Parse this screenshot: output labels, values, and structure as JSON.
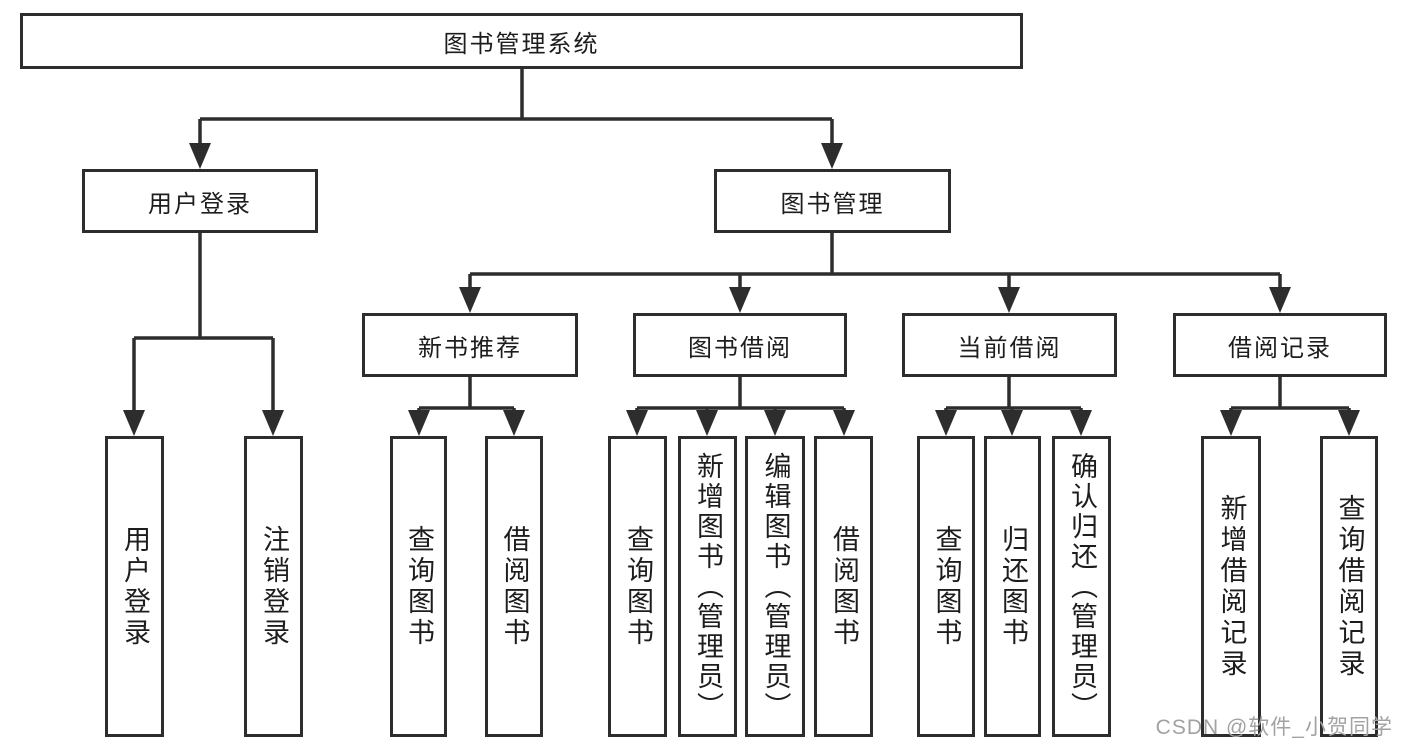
{
  "colors": {
    "line": "#2d2d2d",
    "box_border": "#2d2d2d",
    "text": "#1d1d1d",
    "watermark": "#a2a2a2",
    "background": "#ffffff"
  },
  "watermark": {
    "text": "CSDN @软件_小贺同学"
  },
  "tree": {
    "root": {
      "label": "图书管理系统"
    },
    "level1": [
      {
        "id": "user-login",
        "label": "用户登录"
      },
      {
        "id": "book-management",
        "label": "图书管理"
      }
    ],
    "level2": [
      {
        "id": "new-book-recommendation",
        "label": "新书推荐",
        "parent": "book-management"
      },
      {
        "id": "book-borrowing",
        "label": "图书借阅",
        "parent": "book-management"
      },
      {
        "id": "current-borrowing",
        "label": "当前借阅",
        "parent": "book-management"
      },
      {
        "id": "borrowing-records",
        "label": "借阅记录",
        "parent": "book-management"
      }
    ],
    "leaves": [
      {
        "label": "用户登录",
        "parent": "user-login"
      },
      {
        "label": "注销登录",
        "parent": "user-login"
      },
      {
        "label": "查询图书",
        "parent": "new-book-recommendation"
      },
      {
        "label": "借阅图书",
        "parent": "new-book-recommendation"
      },
      {
        "label": "查询图书",
        "parent": "book-borrowing"
      },
      {
        "label": "新增图书（管理员）",
        "parent": "book-borrowing"
      },
      {
        "label": "编辑图书（管理员）",
        "parent": "book-borrowing"
      },
      {
        "label": "借阅图书",
        "parent": "book-borrowing"
      },
      {
        "label": "查询图书",
        "parent": "current-borrowing"
      },
      {
        "label": "归还图书",
        "parent": "current-borrowing"
      },
      {
        "label": "确认归还（管理员）",
        "parent": "current-borrowing"
      },
      {
        "label": "新增借阅记录",
        "parent": "borrowing-records"
      },
      {
        "label": "查询借阅记录",
        "parent": "borrowing-records"
      }
    ]
  }
}
